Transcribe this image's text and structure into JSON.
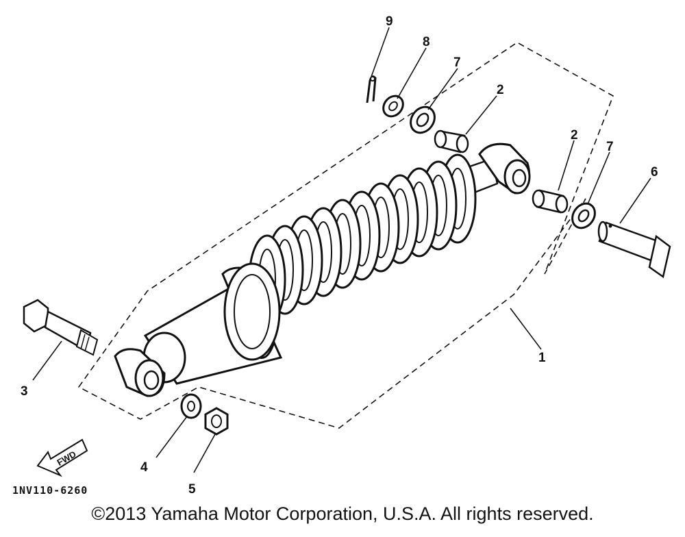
{
  "callouts": {
    "c1": "1",
    "c2a": "2",
    "c2b": "2",
    "c3": "3",
    "c4": "4",
    "c5": "5",
    "c6": "6",
    "c7a": "7",
    "c7b": "7",
    "c8": "8",
    "c9": "9"
  },
  "fwd_label": "FWD",
  "diagram_code": "1NV110-6260",
  "copyright": "©2013 Yamaha Motor Corporation, U.S.A. All rights reserved."
}
